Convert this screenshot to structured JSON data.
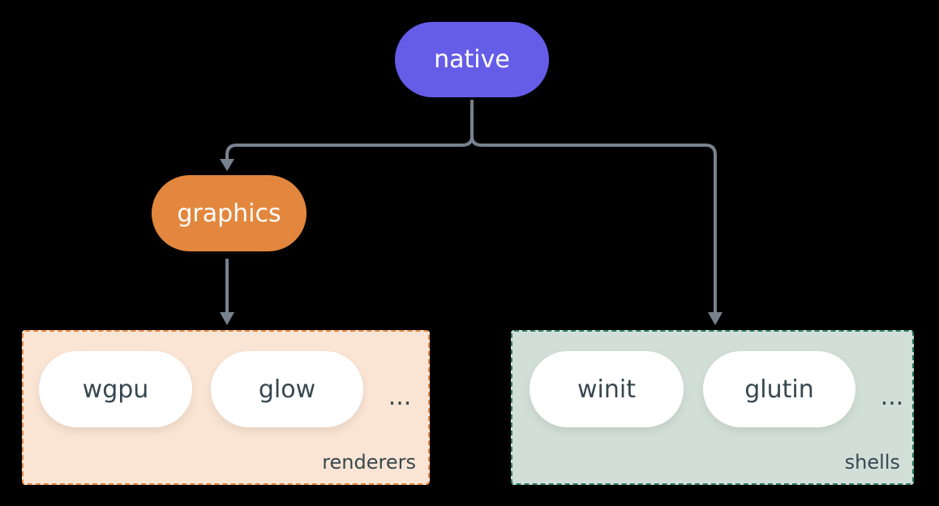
{
  "diagram": {
    "title": "native crate architecture diagram",
    "background_color": "#000000",
    "connector_color": "#78828F",
    "nodes": {
      "native": {
        "label": "native",
        "fill": "#655CE8",
        "text_color": "#FFFFFF"
      },
      "graphics": {
        "label": "graphics",
        "fill": "#E2873D",
        "text_color": "#FFFFFF"
      }
    },
    "groups": {
      "renderers": {
        "label": "renderers",
        "fill": "#FAE5D4",
        "border_color": "#E2873D",
        "border_style": "dashed",
        "items": [
          "wgpu",
          "glow"
        ],
        "ellipsis": "...",
        "item_fill": "#FFFFFF",
        "item_text_color": "#37474F"
      },
      "shells": {
        "label": "shells",
        "fill": "#D2DFD9",
        "border_color": "#2B7A68",
        "border_style": "dashed",
        "items": [
          "winit",
          "glutin"
        ],
        "ellipsis": "...",
        "item_fill": "#FFFFFF",
        "item_text_color": "#37474F"
      }
    },
    "edges": [
      {
        "from": "native",
        "to": "graphics"
      },
      {
        "from": "native",
        "to": "shells"
      },
      {
        "from": "graphics",
        "to": "renderers"
      }
    ]
  }
}
